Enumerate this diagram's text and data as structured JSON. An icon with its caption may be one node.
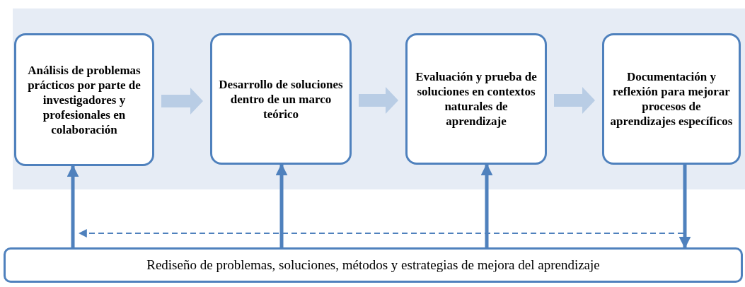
{
  "diagram": {
    "nodes": [
      {
        "text": [
          "Análisis de problemas prácticos por parte de investigadores y profesionales en colaboración"
        ]
      },
      {
        "text": [
          "Desarrollo de soluciones dentro de un marco teórico"
        ]
      },
      {
        "text": [
          "Evaluación y prueba de soluciones en contextos naturales de aprendizaje"
        ]
      },
      {
        "text": [
          "Documentación y reflexión para mejorar procesos de aprendizajes específicos"
        ]
      },
      {
        "text": [
          "Rediseño de problemas, soluciones, métodos y estrategias de mejora del aprendizaje"
        ]
      }
    ],
    "edges": [
      {
        "from": 0,
        "to": 1,
        "arrow": "to",
        "style": "thick",
        "color": "#b9cde5"
      },
      {
        "from": 1,
        "to": 2,
        "arrow": "to",
        "style": "thick",
        "color": "#b9cde5"
      },
      {
        "from": 2,
        "to": 3,
        "arrow": "to",
        "style": "thick",
        "color": "#b9cde5"
      },
      {
        "from": 4,
        "to": 0,
        "arrow": "to"
      },
      {
        "from": 4,
        "to": 1,
        "arrow": "to"
      },
      {
        "from": 4,
        "to": 2,
        "arrow": "to"
      },
      {
        "from": 3,
        "to": 4,
        "arrow": "to"
      }
    ]
  }
}
